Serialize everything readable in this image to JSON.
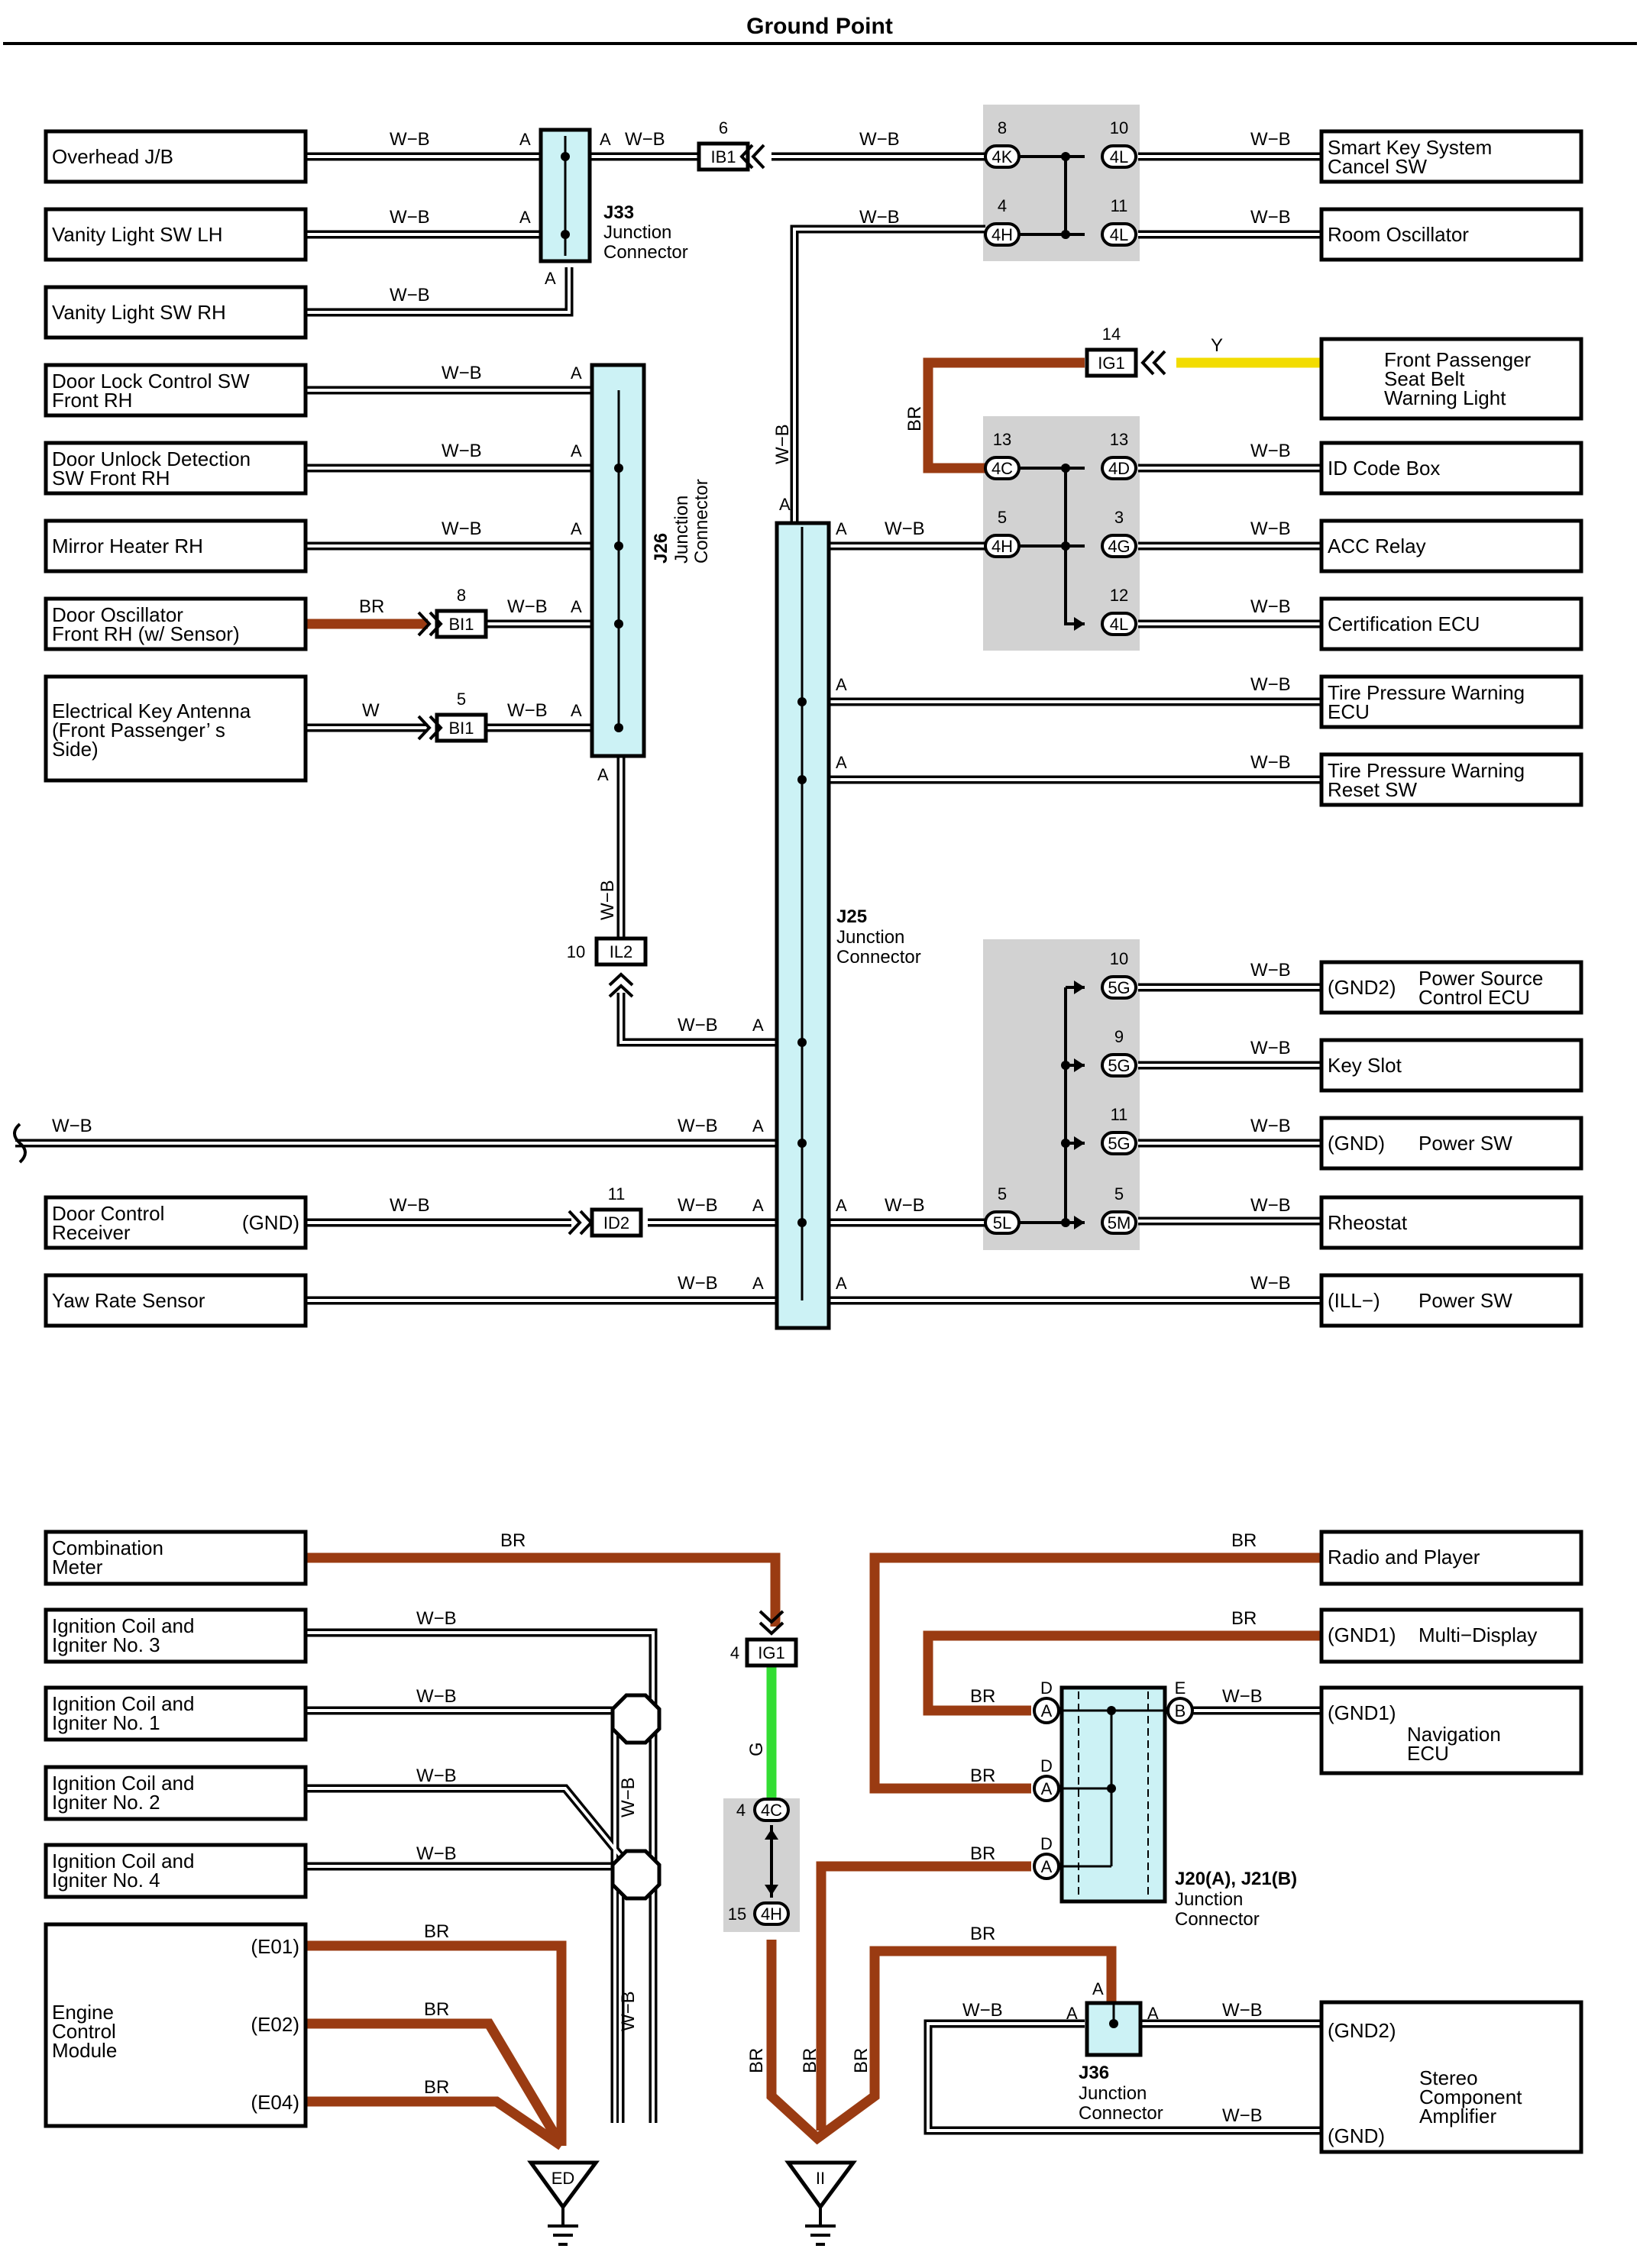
{
  "title": "Ground Point",
  "colors": {
    "wb": "#000000",
    "br": "#9a3b12",
    "y": "#f2dc00",
    "g": "#33dd33",
    "w": "#000000",
    "junction": "#ccf2f5",
    "gray": "#d2d2d2"
  },
  "components": {
    "overhead_jb": "Overhead J/B",
    "vanity_lh": "Vanity Light SW LH",
    "vanity_rh": "Vanity Light SW RH",
    "door_lock_1": "Door Lock Control SW",
    "door_lock_2": "Front RH",
    "door_unlock_1": "Door Unlock Detection",
    "door_unlock_2": "SW Front RH",
    "mirror_heater": "Mirror Heater RH",
    "door_osc_1": "Door Oscillator",
    "door_osc_2": "Front RH (w/ Sensor)",
    "key_ant_1": "Electrical Key Antenna",
    "key_ant_2": "(Front Passenger’ s",
    "key_ant_3": " Side)",
    "door_ctrl_1": "Door Control",
    "door_ctrl_2": "Receiver",
    "door_ctrl_gnd": "(GND)",
    "yaw": "Yaw Rate Sensor",
    "smart_key_1": "Smart Key System",
    "smart_key_2": "Cancel SW",
    "room_osc": "Room Oscillator",
    "seat_belt_1": "Front Passenger",
    "seat_belt_2": "Seat Belt",
    "seat_belt_3": "Warning Light",
    "id_code": "ID Code Box",
    "acc_relay": "ACC Relay",
    "cert_ecu": "Certification ECU",
    "tire_ecu_1": "Tire Pressure Warning",
    "tire_ecu_2": "ECU",
    "tire_reset_1": "Tire Pressure Warning",
    "tire_reset_2": "Reset SW",
    "psc_pin": "(GND2)",
    "psc_1": "Power Source",
    "psc_2": "Control ECU",
    "key_slot": "Key Slot",
    "psw1_pin": "(GND)",
    "psw1": "Power SW",
    "rheostat": "Rheostat",
    "psw2_pin": "(ILL−)",
    "psw2": "Power SW",
    "combo_1": "Combination",
    "combo_2": "Meter",
    "ign3_1": "Ignition Coil and",
    "ign3_2": "Igniter No. 3",
    "ign1_1": "Ignition Coil and",
    "ign1_2": "Igniter No. 1",
    "ign2_1": "Ignition Coil and",
    "ign2_2": "Igniter No. 2",
    "ign4_1": "Ignition Coil and",
    "ign4_2": "Igniter No. 4",
    "ecm_1": "Engine",
    "ecm_2": "Control",
    "ecm_3": "Module",
    "ecm_e01": "(E01)",
    "ecm_e02": "(E02)",
    "ecm_e04": "(E04)",
    "radio": "Radio and Player",
    "multi_pin": "(GND1)",
    "multi": "Multi−Display",
    "nav_pin": "(GND1)",
    "nav_1": "Navigation",
    "nav_2": "ECU",
    "amp_gnd2": "(GND2)",
    "amp_gnd": "(GND)",
    "amp_1": "Stereo",
    "amp_2": "Component",
    "amp_3": "Amplifier"
  },
  "junctions": {
    "j33_id": "J33",
    "j33_1": "Junction",
    "j33_2": "Connector",
    "j26_id": "J26",
    "j26_1": "Junction",
    "j26_2": "Connector",
    "j25_id": "J25",
    "j25_1": "Junction",
    "j25_2": "Connector",
    "j20_id": "J20(A), J21(B)",
    "j20_1": "Junction",
    "j20_2": "Connector",
    "j36_id": "J36",
    "j36_1": "Junction",
    "j36_2": "Connector"
  },
  "connectors": {
    "ib1": "IB1",
    "ib1_pin": "6",
    "bi1a": "BI1",
    "bi1a_pin": "8",
    "bi1b": "BI1",
    "bi1b_pin": "5",
    "il2": "IL2",
    "il2_pin": "10",
    "id2": "ID2",
    "id2_pin": "11",
    "ig1a": "IG1",
    "ig1a_pin": "14",
    "ig1b": "IG1",
    "ig1b_pin": "4"
  },
  "ovals": {
    "o4k": "4K",
    "o4k_n": "8",
    "o4l_a": "4L",
    "o4l_a_n": "10",
    "o4h_a": "4H",
    "o4h_a_n": "4",
    "o4l_b": "4L",
    "o4l_b_n": "11",
    "o4c_a": "4C",
    "o4c_a_n": "13",
    "o4d": "4D",
    "o4d_n": "13",
    "o4h_b": "4H",
    "o4h_b_n": "5",
    "o4g": "4G",
    "o4g_n": "3",
    "o4l_c": "4L",
    "o4l_c_n": "12",
    "o5g_a": "5G",
    "o5g_a_n": "10",
    "o5g_b": "5G",
    "o5g_b_n": "9",
    "o5g_c": "5G",
    "o5g_c_n": "11",
    "o5l": "5L",
    "o5l_n": "5",
    "o5m": "5M",
    "o5m_n": "5",
    "o4c_b": "4C",
    "o4c_b_n": "4",
    "o4h_c": "4H",
    "o4h_c_n": "15"
  },
  "wire_codes": {
    "wb": "W−B",
    "br": "BR",
    "y": "Y",
    "w": "W",
    "g": "G"
  },
  "pins": {
    "a": "A",
    "d": "D",
    "e": "E",
    "b": "B"
  },
  "grounds": {
    "ed": "ED",
    "ii": "II"
  }
}
